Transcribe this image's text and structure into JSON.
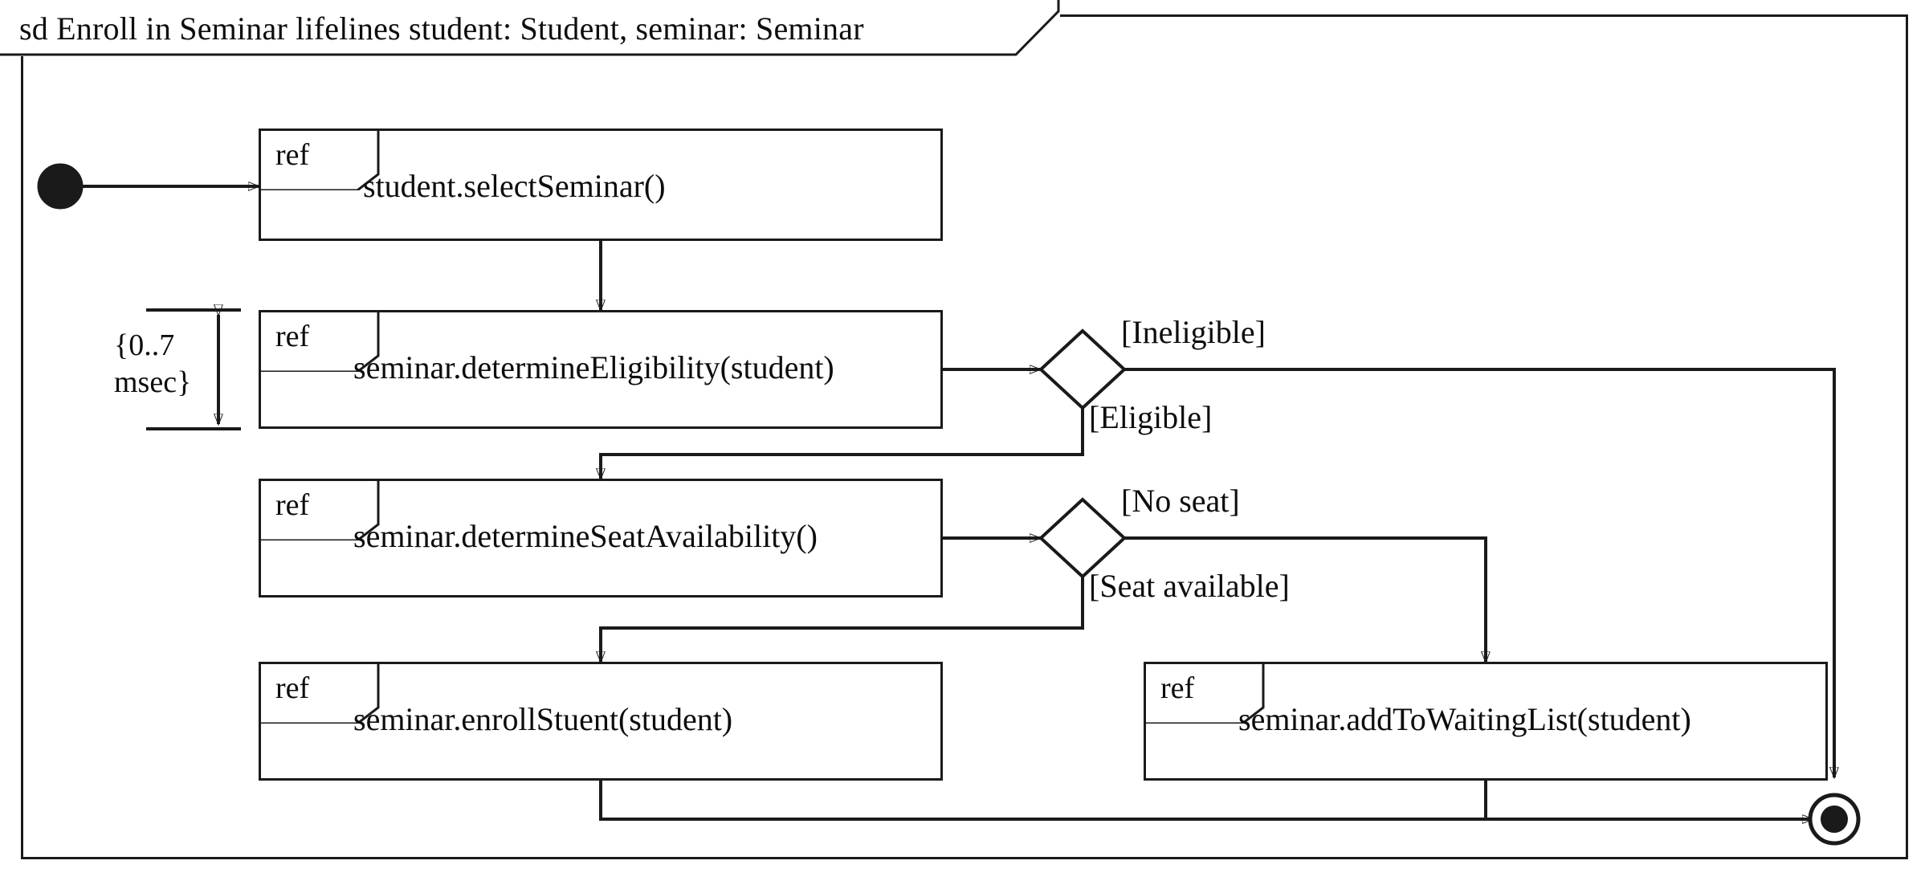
{
  "diagram": {
    "kind": "uml-interaction-overview-diagram",
    "frame_label_prefix": "sd",
    "frame_title": "sd Enroll in Seminar lifelines student: Student, seminar: Seminar",
    "frame_title_plain": "Enroll in Seminar lifelines student: Student, seminar: Seminar"
  },
  "nodes": {
    "initial": {
      "name": "initial-node",
      "shape": "filled-circle"
    },
    "final": {
      "name": "final-node",
      "shape": "bullseye-circle"
    },
    "ref1": {
      "tag": "ref",
      "text": "student.selectSeminar()"
    },
    "ref2": {
      "tag": "ref",
      "text": "seminar.determineEligibility(student)"
    },
    "ref3": {
      "tag": "ref",
      "text": "seminar.determineSeatAvailability()"
    },
    "ref4": {
      "tag": "ref",
      "text": "seminar.enrollStuent(student)"
    },
    "ref5": {
      "tag": "ref",
      "text": "seminar.addToWaitingList(student)"
    },
    "decision1": {
      "name": "eligibility-decision",
      "shape": "diamond"
    },
    "decision2": {
      "name": "seat-decision",
      "shape": "diamond"
    }
  },
  "guards": {
    "ineligible": "[Ineligible]",
    "eligible": "[Eligible]",
    "no_seat": "[No seat]",
    "seat_available": "[Seat available]"
  },
  "constraints": {
    "timing_line1": "{0..7",
    "timing_line2": "msec}",
    "timing_full": "{0..7 msec}"
  },
  "colors": {
    "stroke": "#1a1a1a",
    "background": "#ffffff",
    "text": "#0d0d0d"
  }
}
